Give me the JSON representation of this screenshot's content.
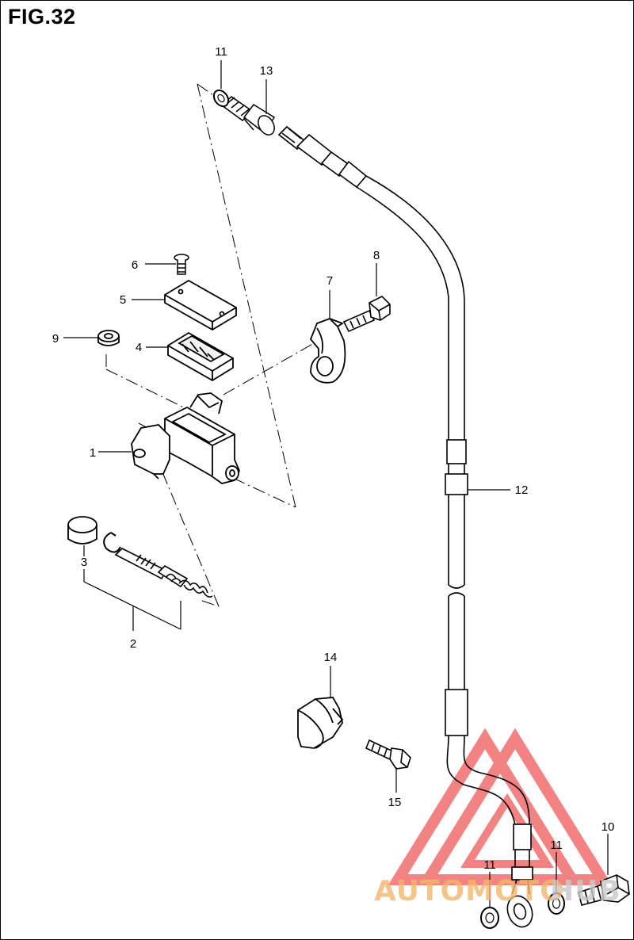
{
  "figure": {
    "title": "FIG.32"
  },
  "callouts": {
    "p1": "1",
    "p2": "2",
    "p3": "3",
    "p4": "4",
    "p5": "5",
    "p6": "6",
    "p7": "7",
    "p8": "8",
    "p9": "9",
    "p10": "10",
    "p11_top": "11",
    "p11_mid": "11",
    "p11_low": "11",
    "p12": "12",
    "p13": "13",
    "p14": "14",
    "p15": "15"
  },
  "watermark": {
    "part_a": "AUTOMOTO",
    "part_b": "HUB",
    "colors": {
      "primary": "#f05a5a",
      "secondary": "#f5b56b",
      "tertiary": "#c8c8c8"
    }
  }
}
